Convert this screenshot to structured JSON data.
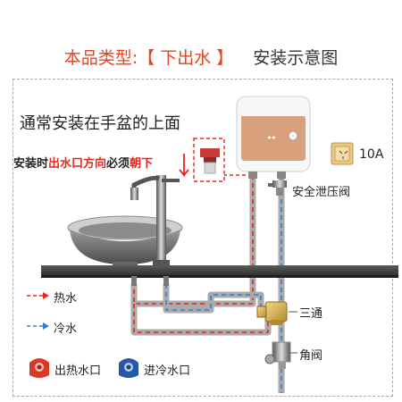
{
  "title": {
    "product_type": "本品类型:【 下出水 】",
    "diagram": "安装示意图"
  },
  "subtitle": "通常安装在手盆的上面",
  "warning": {
    "prefix": "安装时",
    "red": "出水口方向",
    "middle": "必须",
    "suffix": "朝下"
  },
  "labels": {
    "socket": "10A",
    "safety_valve": "安全泄压阀",
    "tee": "三通",
    "angle_valve": "角阀"
  },
  "legend": {
    "hot": "热水",
    "cold": "冷水",
    "hot_outlet": "出热水口",
    "cold_inlet": "进冷水口"
  },
  "colors": {
    "hot": "#e8261c",
    "cold": "#2f7fd6",
    "accent": "#e8431f",
    "heater_panel": "#d9a07c"
  }
}
